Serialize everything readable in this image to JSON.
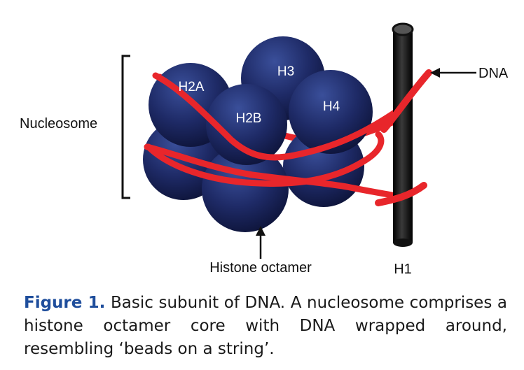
{
  "labels": {
    "nucleosome": "Nucleosome",
    "dna": "DNA",
    "h2a": "H2A",
    "h3": "H3",
    "h2b": "H2B",
    "h4": "H4",
    "histone_octamer": "Histone octamer",
    "h1": "H1"
  },
  "caption": {
    "label": "Figure 1.",
    "text": "Basic subunit of DNA. A nucleosome comprises a histone octamer core with DNA wrapped around, resembling ‘beads on a string’."
  },
  "colors": {
    "histone": "#1e2a66",
    "dna": "#e8262b",
    "linker_rod": "#111111",
    "caption_label": "#1f4e9c"
  },
  "icons": [
    "bracket",
    "arrow-left-icon",
    "arrow-up-icon"
  ]
}
